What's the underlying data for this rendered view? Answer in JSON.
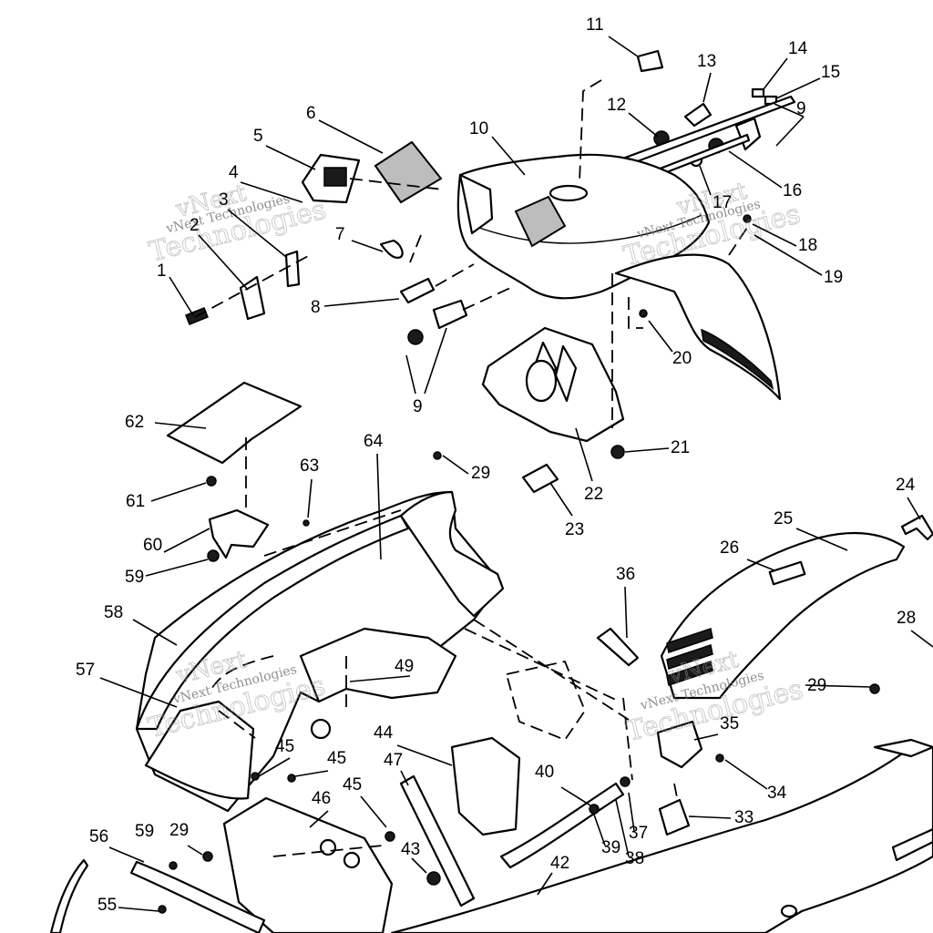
{
  "watermark": {
    "line1": "vNext",
    "line2": "Technologies",
    "caption": "vNext Technologies"
  },
  "callouts": [
    {
      "label": "1"
    },
    {
      "label": "2"
    },
    {
      "label": "3"
    },
    {
      "label": "4"
    },
    {
      "label": "5"
    },
    {
      "label": "6"
    },
    {
      "label": "7"
    },
    {
      "label": "8"
    },
    {
      "label": "9"
    },
    {
      "label": "9"
    },
    {
      "label": "10"
    },
    {
      "label": "11"
    },
    {
      "label": "12"
    },
    {
      "label": "13"
    },
    {
      "label": "14"
    },
    {
      "label": "15"
    },
    {
      "label": "16"
    },
    {
      "label": "17"
    },
    {
      "label": "18"
    },
    {
      "label": "19"
    },
    {
      "label": "20"
    },
    {
      "label": "21"
    },
    {
      "label": "22"
    },
    {
      "label": "23"
    },
    {
      "label": "24"
    },
    {
      "label": "25"
    },
    {
      "label": "26"
    },
    {
      "label": "28"
    },
    {
      "label": "29"
    },
    {
      "label": "29"
    },
    {
      "label": "29"
    },
    {
      "label": "33"
    },
    {
      "label": "34"
    },
    {
      "label": "35"
    },
    {
      "label": "36"
    },
    {
      "label": "37"
    },
    {
      "label": "38"
    },
    {
      "label": "39"
    },
    {
      "label": "40"
    },
    {
      "label": "42"
    },
    {
      "label": "43"
    },
    {
      "label": "44"
    },
    {
      "label": "45"
    },
    {
      "label": "45"
    },
    {
      "label": "45"
    },
    {
      "label": "46"
    },
    {
      "label": "47"
    },
    {
      "label": "49"
    },
    {
      "label": "55"
    },
    {
      "label": "56"
    },
    {
      "label": "57"
    },
    {
      "label": "58"
    },
    {
      "label": "59"
    },
    {
      "label": "59"
    },
    {
      "label": "60"
    },
    {
      "label": "61"
    },
    {
      "label": "62"
    },
    {
      "label": "63"
    },
    {
      "label": "64"
    }
  ]
}
